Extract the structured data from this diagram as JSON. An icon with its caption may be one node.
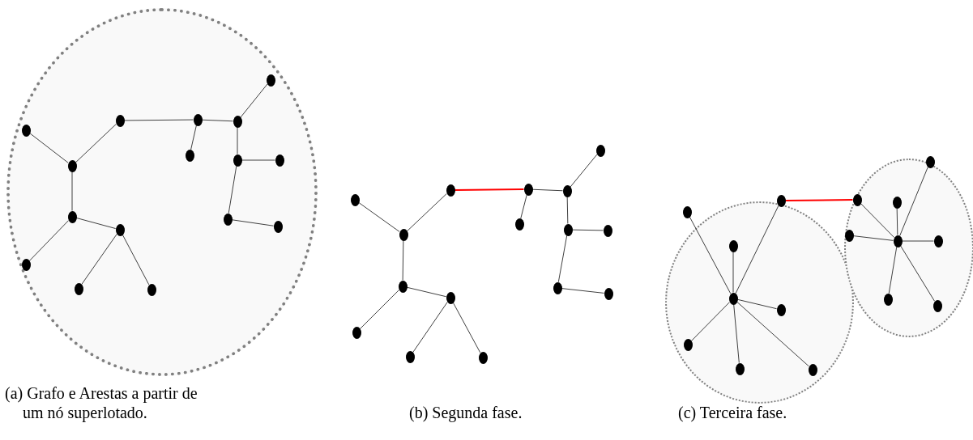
{
  "diagram": {
    "nodes": [
      {
        "text": [],
        "shape": "circle"
      },
      {
        "text": [],
        "shape": "circle",
        "in": 0
      },
      {
        "text": [],
        "shape": "circle",
        "in": 0
      },
      {
        "text": [],
        "shape": "circle",
        "in": 0
      },
      {
        "text": [],
        "shape": "circle",
        "in": 0
      },
      {
        "text": [],
        "shape": "circle",
        "in": 0
      },
      {
        "text": [],
        "shape": "circle",
        "in": 0
      },
      {
        "text": [],
        "shape": "circle",
        "in": 0
      },
      {
        "text": [],
        "shape": "circle",
        "in": 0
      },
      {
        "text": [],
        "shape": "circle",
        "in": 0
      },
      {
        "text": [],
        "shape": "circle",
        "in": 0
      },
      {
        "text": [],
        "shape": "circle",
        "in": 0
      },
      {
        "text": [],
        "shape": "circle",
        "in": 0
      },
      {
        "text": [],
        "shape": "circle",
        "in": 0
      },
      {
        "text": [],
        "shape": "circle",
        "in": 0
      },
      {
        "text": [],
        "shape": "circle",
        "in": 0
      },
      {
        "text": [],
        "shape": "circle",
        "in": 0
      },
      {
        "text": [],
        "shape": "circle"
      },
      {
        "text": [],
        "shape": "circle"
      },
      {
        "text": [],
        "shape": "circle"
      },
      {
        "text": [],
        "shape": "circle"
      },
      {
        "text": [],
        "shape": "circle"
      },
      {
        "text": [],
        "shape": "circle"
      },
      {
        "text": [],
        "shape": "circle"
      },
      {
        "text": [],
        "shape": "circle"
      },
      {
        "text": [],
        "shape": "circle"
      },
      {
        "text": [],
        "shape": "circle"
      },
      {
        "text": [],
        "shape": "circle"
      },
      {
        "text": [],
        "shape": "circle"
      },
      {
        "text": [],
        "shape": "circle"
      },
      {
        "text": [],
        "shape": "circle"
      },
      {
        "text": [],
        "shape": "circle"
      },
      {
        "text": [],
        "shape": "circle"
      },
      {
        "text": [],
        "shape": "circle"
      },
      {
        "text": [],
        "shape": "circle",
        "in": 33
      },
      {
        "text": [],
        "shape": "circle",
        "in": 33
      },
      {
        "text": [],
        "shape": "circle",
        "in": 33
      },
      {
        "text": [],
        "shape": "circle",
        "in": 33
      },
      {
        "text": [],
        "shape": "circle",
        "in": 33
      },
      {
        "text": [],
        "shape": "circle",
        "in": 33
      },
      {
        "text": [],
        "shape": "circle",
        "in": 33
      },
      {
        "text": [],
        "shape": "circle",
        "in": 33
      },
      {
        "text": [],
        "shape": "circle"
      },
      {
        "text": [],
        "shape": "circle",
        "in": 42
      },
      {
        "text": [],
        "shape": "circle",
        "in": 42
      },
      {
        "text": [],
        "shape": "circle",
        "in": 42
      },
      {
        "text": [],
        "shape": "circle"
      },
      {
        "text": [],
        "shape": "circle",
        "in": 42
      },
      {
        "text": [],
        "shape": "circle",
        "in": 42
      },
      {
        "text": [],
        "shape": "circle",
        "in": 42
      },
      {
        "text": [],
        "shape": "circle",
        "in": 42
      }
    ],
    "edges": [
      {
        "from": 1,
        "to": 5,
        "arrow": "none"
      },
      {
        "from": 2,
        "to": 7,
        "arrow": "none"
      },
      {
        "from": 3,
        "to": 7,
        "arrow": "none"
      },
      {
        "from": 3,
        "to": 4,
        "arrow": "none"
      },
      {
        "from": 4,
        "to": 5,
        "arrow": "none"
      },
      {
        "from": 4,
        "to": 6,
        "arrow": "none"
      },
      {
        "from": 5,
        "to": 8,
        "arrow": "none"
      },
      {
        "from": 8,
        "to": 9,
        "arrow": "none"
      },
      {
        "from": 8,
        "to": 12,
        "arrow": "none"
      },
      {
        "from": 12,
        "to": 13,
        "arrow": "none"
      },
      {
        "from": 7,
        "to": 10,
        "arrow": "none"
      },
      {
        "from": 10,
        "to": 14,
        "arrow": "none"
      },
      {
        "from": 10,
        "to": 11,
        "arrow": "none"
      },
      {
        "from": 11,
        "to": 15,
        "arrow": "none"
      },
      {
        "from": 11,
        "to": 16,
        "arrow": "none"
      },
      {
        "from": 17,
        "to": 21,
        "arrow": "none"
      },
      {
        "from": 18,
        "to": 23,
        "arrow": "none"
      },
      {
        "from": 19,
        "to": 23,
        "arrow": "none"
      },
      {
        "from": 19,
        "to": 20,
        "arrow": "none",
        "color": "#ff0000"
      },
      {
        "from": 20,
        "to": 21,
        "arrow": "none"
      },
      {
        "from": 20,
        "to": 22,
        "arrow": "none"
      },
      {
        "from": 21,
        "to": 24,
        "arrow": "none"
      },
      {
        "from": 24,
        "to": 25,
        "arrow": "none"
      },
      {
        "from": 24,
        "to": 28,
        "arrow": "none"
      },
      {
        "from": 28,
        "to": 29,
        "arrow": "none"
      },
      {
        "from": 23,
        "to": 26,
        "arrow": "none"
      },
      {
        "from": 26,
        "to": 30,
        "arrow": "none"
      },
      {
        "from": 26,
        "to": 27,
        "arrow": "none"
      },
      {
        "from": 27,
        "to": 31,
        "arrow": "none"
      },
      {
        "from": 27,
        "to": 32,
        "arrow": "none"
      },
      {
        "from": 37,
        "to": 34,
        "arrow": "none"
      },
      {
        "from": 37,
        "to": 35,
        "arrow": "none"
      },
      {
        "from": 37,
        "to": 36,
        "arrow": "none"
      },
      {
        "from": 37,
        "to": 38,
        "arrow": "none"
      },
      {
        "from": 37,
        "to": 39,
        "arrow": "none"
      },
      {
        "from": 37,
        "to": 40,
        "arrow": "none"
      },
      {
        "from": 37,
        "to": 41,
        "arrow": "none"
      },
      {
        "from": 34,
        "to": 44,
        "arrow": "none",
        "color": "#ff0000"
      },
      {
        "from": 47,
        "to": 43,
        "arrow": "none"
      },
      {
        "from": 47,
        "to": 44,
        "arrow": "none"
      },
      {
        "from": 47,
        "to": 45,
        "arrow": "none"
      },
      {
        "from": 47,
        "to": 46,
        "arrow": "none"
      },
      {
        "from": 47,
        "to": 48,
        "arrow": "none"
      },
      {
        "from": 47,
        "to": 49,
        "arrow": "none"
      },
      {
        "from": 47,
        "to": 50,
        "arrow": "none"
      }
    ],
    "labels": [
      "(a) Grafo e Arestas a partir de um nó superlotado.",
      "(b) Segunda fase.",
      "(c) Terceira fase."
    ]
  }
}
